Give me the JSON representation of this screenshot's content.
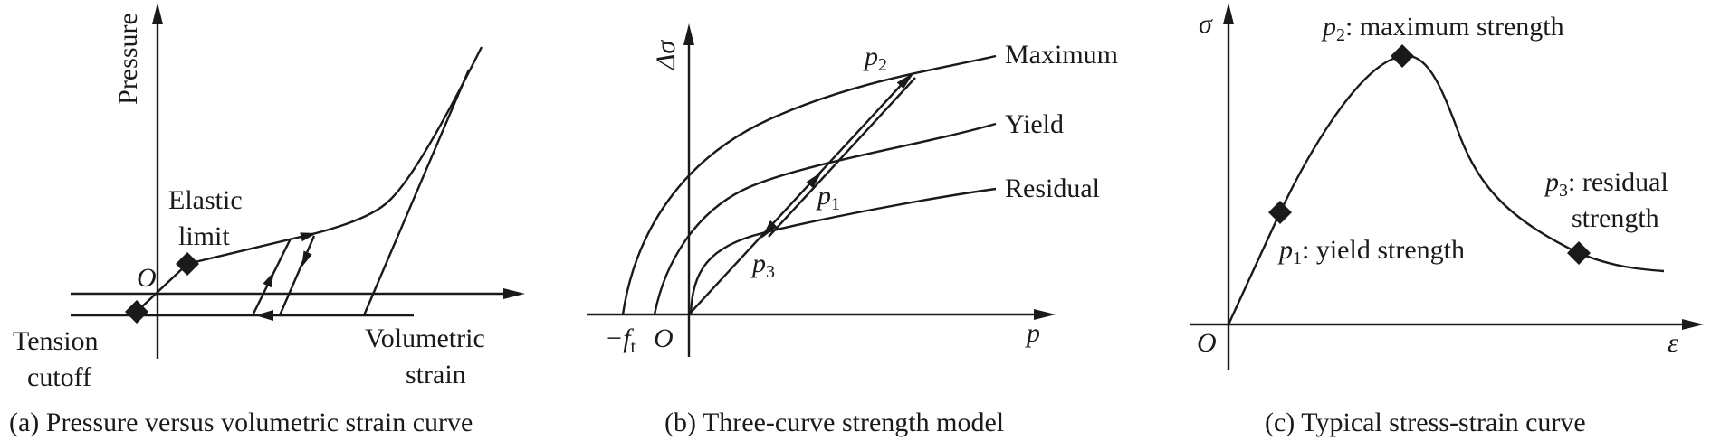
{
  "panels": {
    "a": {
      "caption": "(a) Pressure versus volumetric strain curve",
      "y_label": "Pressure",
      "origin": "O",
      "elastic_line1": "Elastic",
      "elastic_line2": "limit",
      "tension_line1": "Tension",
      "tension_line2": "cutoff",
      "x_label_line1": "Volumetric",
      "x_label_line2": "strain"
    },
    "b": {
      "caption": "(b) Three-curve strength model",
      "y_label": "Δσ",
      "x_label": "p",
      "origin": "O",
      "ft_prefix": "−f",
      "ft_sub": "t",
      "curve_max": "Maximum",
      "curve_yield": "Yield",
      "curve_residual": "Residual",
      "p1": {
        "symbol": "p",
        "sub": "1"
      },
      "p2": {
        "symbol": "p",
        "sub": "2"
      },
      "p3": {
        "symbol": "p",
        "sub": "3"
      }
    },
    "c": {
      "caption": "(c) Typical stress-strain curve",
      "y_label": "σ",
      "x_label": "ε",
      "origin": "O",
      "p1": {
        "symbol": "p",
        "sub": "1",
        "text": ": yield strength"
      },
      "p2": {
        "symbol": "p",
        "sub": "2",
        "text": ": maximum strength"
      },
      "p3": {
        "symbol": "p",
        "sub": "3",
        "text": ": residual",
        "text2": "strength"
      }
    }
  }
}
